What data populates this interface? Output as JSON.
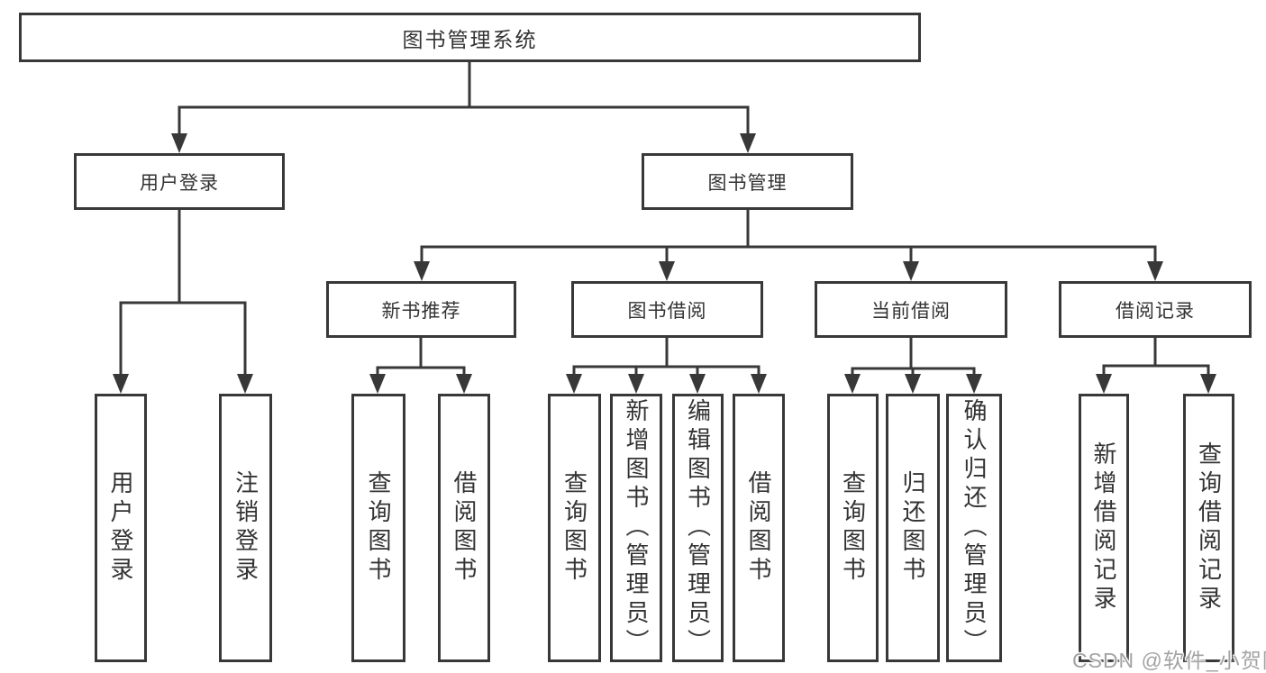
{
  "tree": {
    "root": {
      "label": "图书管理系统"
    },
    "branches": [
      {
        "label": "用户登录",
        "children": [
          {
            "label": "用户登录"
          },
          {
            "label": "注销登录"
          }
        ]
      },
      {
        "label": "图书管理",
        "children": [
          {
            "label": "新书推荐",
            "children": [
              {
                "label": "查询图书"
              },
              {
                "label": "借阅图书"
              }
            ]
          },
          {
            "label": "图书借阅",
            "children": [
              {
                "label": "查询图书"
              },
              {
                "label": "新增图书（管理员）"
              },
              {
                "label": "编辑图书（管理员）"
              },
              {
                "label": "借阅图书"
              }
            ]
          },
          {
            "label": "当前借阅",
            "children": [
              {
                "label": "查询图书"
              },
              {
                "label": "归还图书"
              },
              {
                "label": "确认归还（管理员）"
              }
            ]
          },
          {
            "label": "借阅记录",
            "children": [
              {
                "label": "新增借阅记录"
              },
              {
                "label": "查询借阅记录"
              }
            ]
          }
        ]
      }
    ]
  },
  "watermark": {
    "text": "CSDN @软件_小贺同学"
  },
  "colors": {
    "line": "#383838",
    "box_border": "#383838",
    "text": "#333333",
    "background": "#ffffff",
    "watermark": "#a3a3a3"
  }
}
